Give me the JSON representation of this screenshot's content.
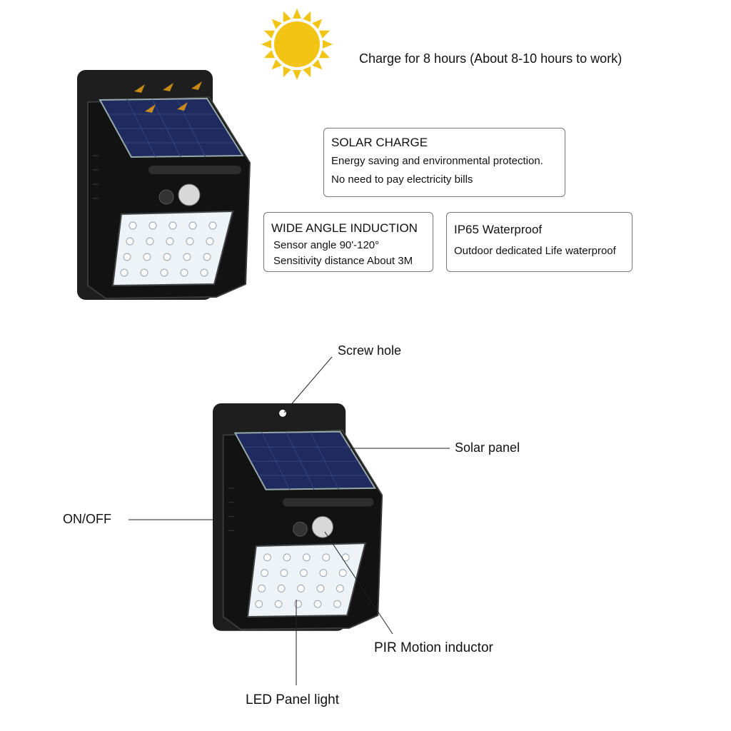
{
  "charge_text": "Charge for 8 hours (About 8-10 hours to work)",
  "features": {
    "solar": {
      "title": "SOLAR CHARGE",
      "line1": "Energy saving and environmental protection.",
      "line2": "No need to pay electricity bills"
    },
    "wide_angle": {
      "title": "WIDE ANGLE INDUCTION",
      "line1": "Sensor angle 90'-120°",
      "line2": "Sensitivity distance About 3M"
    },
    "waterproof": {
      "title": "IP65 Waterproof",
      "line1": "Outdoor dedicated Life waterproof"
    }
  },
  "callouts": {
    "screw_hole": "Screw hole",
    "solar_panel": "Solar panel",
    "on_off": "ON/OFF",
    "pir": "PIR Motion inductor",
    "led": "LED Panel light"
  },
  "colors": {
    "sun": "#f2c414",
    "panel": "#1f2b5e",
    "body": "#151515",
    "led": "#eef3f8"
  }
}
